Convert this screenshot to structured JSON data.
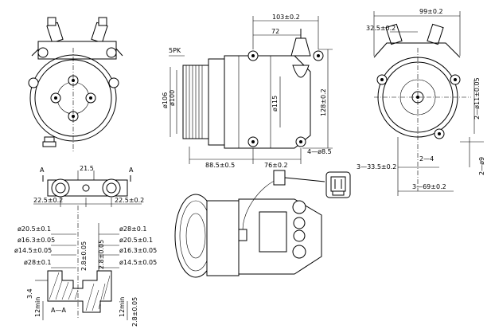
{
  "views": {
    "left_front": {},
    "side": {
      "labels": {
        "pulley": "5PK",
        "dia_106": "ø106",
        "dia_100": "ø100",
        "dia_115": "ø115",
        "len_103": "103±0.2",
        "len_72": "72",
        "len_128": "128±0.2",
        "len_885": "88.5±0.5",
        "len_76": "76±0.2",
        "hole_85": "4—ø8.5"
      }
    },
    "right_rear": {
      "labels": {
        "w_99": "99±0.2",
        "w_325": "32.5±0.2",
        "holes_11": "2—ø11±0.05",
        "d_4": "2—4",
        "d_9": "2—ø9",
        "d_335": "3—33.5±0.2",
        "d_69": "3—69±0.2"
      }
    },
    "fitting_top": {
      "labels": {
        "a_left": "A",
        "a_right": "A",
        "w_215": "21.5",
        "w_225_left": "22.5±0.2",
        "w_225_right": "22.5±0.2"
      }
    },
    "section_aa": {
      "labels": {
        "d_205_l": "ø20.5±0.1",
        "d_163_l": "ø16.3±0.05",
        "d_145_l": "ø14.5±0.05",
        "d_28_l": "ø28±0.1",
        "d_28_r": "ø28±0.1",
        "d_205_r": "ø20.5±0.1",
        "d_163_r": "ø16.3±0.05",
        "d_145_r": "ø14.5±0.05",
        "h_28_a": "2.8±0.05",
        "h_28_b": "2.8±0.05",
        "h_28_c": "2.8±0.05",
        "h_34": "3.4",
        "h_12a": "12min",
        "h_12b": "12min",
        "section": "A—A"
      }
    },
    "connector": {}
  }
}
